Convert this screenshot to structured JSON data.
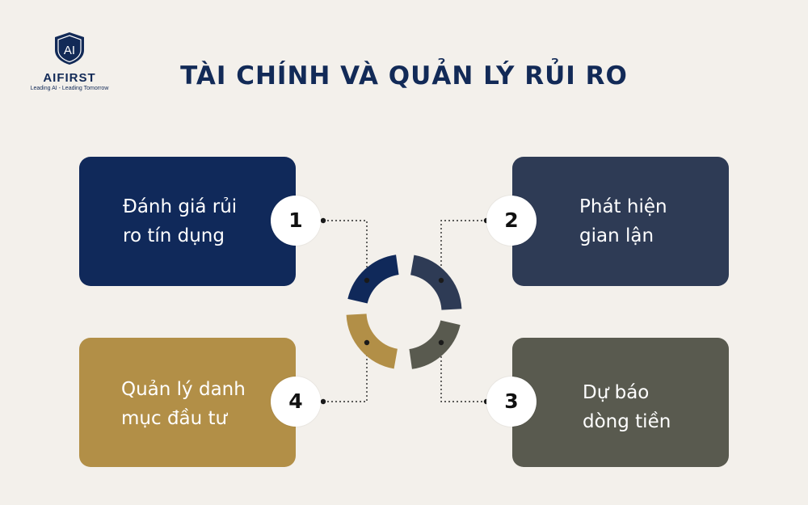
{
  "logo": {
    "mark": "AI",
    "name": "AIFIRST",
    "tagline": "Leading AI - Leading Tomorrow"
  },
  "title": "TÀI CHÍNH VÀ QUẢN LÝ RỦI RO",
  "steps": [
    {
      "number": "1",
      "line1": "Đánh giá rủi",
      "line2": "ro tín dụng",
      "color": "#10295a"
    },
    {
      "number": "2",
      "line1": "Phát hiện",
      "line2": "gian lận",
      "color": "#2e3b55"
    },
    {
      "number": "3",
      "line1": "Dự báo",
      "line2": "dòng tiền",
      "color": "#595a4f"
    },
    {
      "number": "4",
      "line1": "Quản lý danh",
      "line2": "mục đầu tư",
      "color": "#b28f47"
    }
  ],
  "colors": {
    "background": "#f3f0eb",
    "title": "#122a57"
  }
}
